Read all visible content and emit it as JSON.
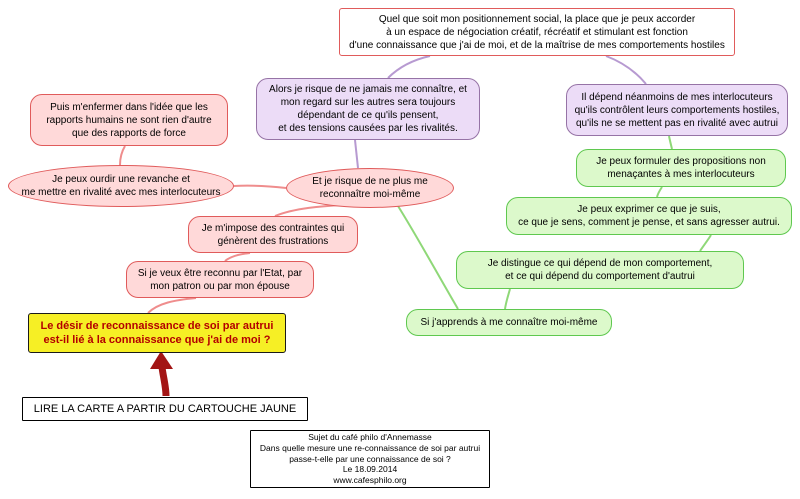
{
  "app": {
    "kind": "concept-map"
  },
  "colors": {
    "pink_fill": "#ffd9d9",
    "pink_stroke": "#e05b5b",
    "purple_fill": "#ecdcf7",
    "purple_stroke": "#9673a6",
    "green_fill": "#dcf9cb",
    "green_stroke": "#5fc84f",
    "yellow_fill": "#f6ef25",
    "yellow_text": "#b30000",
    "conclusion_stroke": "#e05b5b",
    "arrow_color": "#a31515",
    "pink_link": "#ef8d8d",
    "purple_link": "#b79ad1",
    "green_link": "#8fd878"
  },
  "nodes": {
    "conclusion": {
      "text": "Quel que soit mon positionnement social, la place que je peux accorder\nà un espace de négociation créatif, récréatif et stimulant est fonction\nd'une connaissance que j'ai de moi, et de la maîtrise de mes comportements hostiles"
    },
    "alors_risque": {
      "text": "Alors je risque de ne jamais me connaître, et\nmon regard sur les autres sera toujours\ndépendant de ce qu'ils pensent,\net des tensions causées par les rivalités."
    },
    "il_depend": {
      "text": "Il dépend néanmoins de mes interlocuteurs\nqu'ils contrôlent leurs comportements hostiles,\nqu'ils ne se mettent pas en rivalité avec autrui"
    },
    "puis_enfermer": {
      "text": "Puis m'enfermer dans l'idée que les\nrapports humains ne sont rien d'autre\nque des rapports de force"
    },
    "ourdir_revanche": {
      "text": "Je peux ourdir une revanche et\nme mettre en rivalité avec mes interlocuteurs"
    },
    "ne_plus_me_reconnaitre": {
      "text": "Et je risque de ne plus me\nreconnaître moi-même"
    },
    "formuler_propositions": {
      "text": "Je peux formuler des propositions non\nmenaçantes à mes interlocuteurs"
    },
    "exprimer": {
      "text": "Je peux exprimer ce que je suis,\nce que je sens, comment je pense, et sans agresser autrui."
    },
    "contraintes": {
      "text": "Je m'impose des contraintes qui\ngénèrent des frustrations"
    },
    "distingue": {
      "text": "Je distingue ce qui dépend de mon comportement,\net ce qui dépend du comportement d'autrui"
    },
    "etre_reconnu": {
      "text": "Si je veux être reconnu par l'Etat, par\nmon patron ou par mon épouse"
    },
    "apprends_connaitre": {
      "text": "Si j'apprends à me connaître moi-même"
    },
    "question_centrale": {
      "text": "Le désir de reconnaissance de soi par autrui\nest-il lié à la connaissance que j'ai de moi ?"
    }
  },
  "legend": {
    "read_instruction": "LIRE LA CARTE A PARTIR DU CARTOUCHE JAUNE"
  },
  "footer": {
    "text": "Sujet du café philo d'Annemasse\nDans quelle mesure une re-connaissance de soi par autrui\npasse-t-elle par une connaissance de soi ?\nLe 18.09.2014\nwww.cafesphilo.org"
  }
}
